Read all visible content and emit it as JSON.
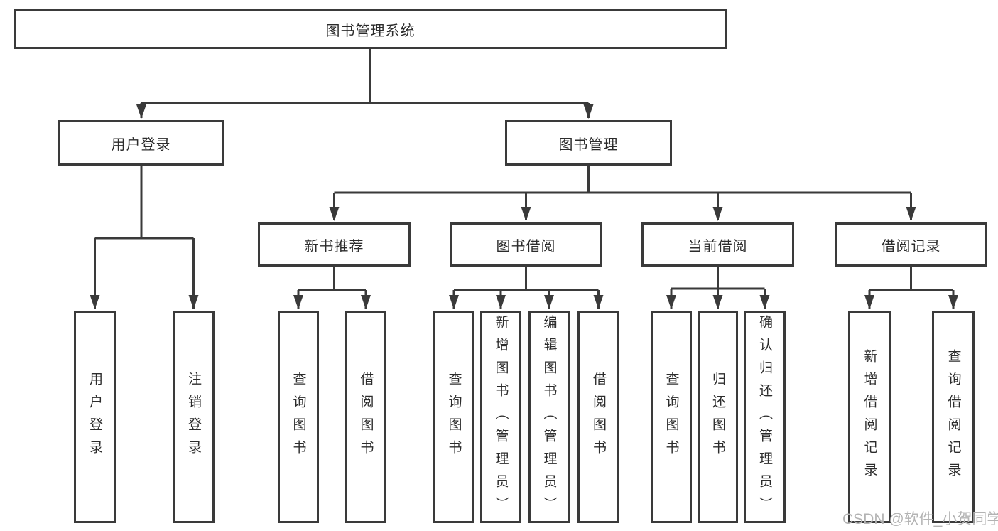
{
  "diagram_title": "图书管理系统",
  "colors": {
    "line": "#3a3a3a",
    "box_border": "#3a3a3a",
    "text": "#2c2c2c",
    "watermark": "#b3b3b3",
    "background": "#ffffff"
  },
  "nodes": {
    "root": "图书管理系统",
    "user_login": "用户登录",
    "book_management": "图书管理",
    "new_book_recommend": "新书推荐",
    "book_borrow": "图书借阅",
    "current_borrow": "当前借阅",
    "borrow_records": "借阅记录"
  },
  "leaves": {
    "user_login_leaf": "用户登录",
    "logout": "注销登录",
    "nb_query_books": "查询图书",
    "nb_borrow_books": "借阅图书",
    "bb_query_books": "查询图书",
    "bb_add_books_admin": "新增图书（管理员）",
    "bb_edit_books_admin": "编辑图书（管理员）",
    "bb_borrow_books": "借阅图书",
    "cb_query_books": "查询图书",
    "cb_return_books": "归还图书",
    "cb_confirm_return_admin": "确认归还（管理员）",
    "br_add_record": "新增借阅记录",
    "br_query_record": "查询借阅记录"
  },
  "hierarchy": {
    "root": "图书管理系统",
    "children": [
      {
        "label": "用户登录",
        "children": [
          "用户登录",
          "注销登录"
        ]
      },
      {
        "label": "图书管理",
        "children": [
          {
            "label": "新书推荐",
            "children": [
              "查询图书",
              "借阅图书"
            ]
          },
          {
            "label": "图书借阅",
            "children": [
              "查询图书",
              "新增图书（管理员）",
              "编辑图书（管理员）",
              "借阅图书"
            ]
          },
          {
            "label": "当前借阅",
            "children": [
              "查询图书",
              "归还图书",
              "确认归还（管理员）"
            ]
          },
          {
            "label": "借阅记录",
            "children": [
              "新增借阅记录",
              "查询借阅记录"
            ]
          }
        ]
      }
    ]
  },
  "watermark": "CSDN @软件_小贺同学"
}
